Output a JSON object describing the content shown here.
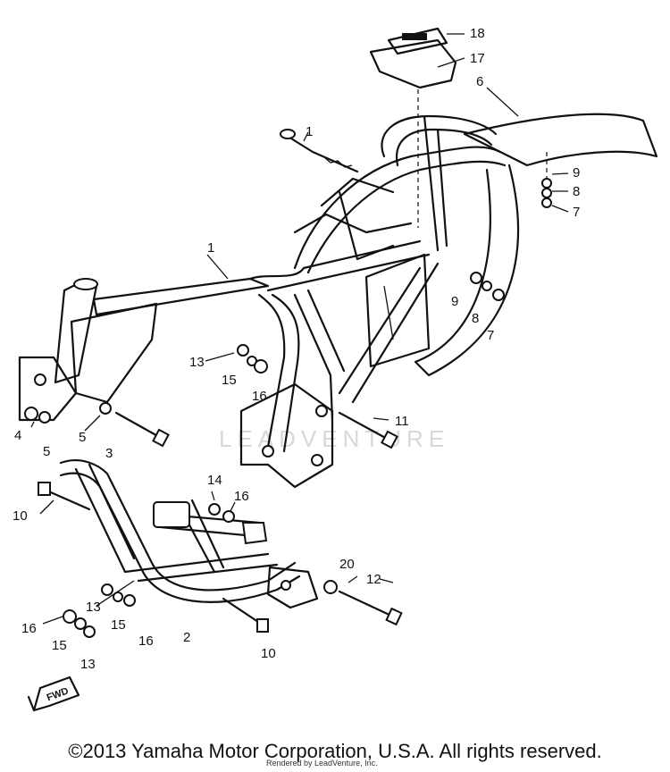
{
  "diagram": {
    "callouts": [
      {
        "id": "c1a",
        "text": "1"
      },
      {
        "id": "c1b",
        "text": "1"
      },
      {
        "id": "c2",
        "text": "2"
      },
      {
        "id": "c3",
        "text": "3"
      },
      {
        "id": "c4",
        "text": "4"
      },
      {
        "id": "c5a",
        "text": "5"
      },
      {
        "id": "c5b",
        "text": "5"
      },
      {
        "id": "c6",
        "text": "6"
      },
      {
        "id": "c7a",
        "text": "7"
      },
      {
        "id": "c7b",
        "text": "7"
      },
      {
        "id": "c8a",
        "text": "8"
      },
      {
        "id": "c8b",
        "text": "8"
      },
      {
        "id": "c9a",
        "text": "9"
      },
      {
        "id": "c9b",
        "text": "9"
      },
      {
        "id": "c10a",
        "text": "10"
      },
      {
        "id": "c10b",
        "text": "10"
      },
      {
        "id": "c11",
        "text": "11"
      },
      {
        "id": "c12",
        "text": "12"
      },
      {
        "id": "c13a",
        "text": "13"
      },
      {
        "id": "c13b",
        "text": "13"
      },
      {
        "id": "c13c",
        "text": "13"
      },
      {
        "id": "c14",
        "text": "14"
      },
      {
        "id": "c15a",
        "text": "15"
      },
      {
        "id": "c15b",
        "text": "15"
      },
      {
        "id": "c15c",
        "text": "15"
      },
      {
        "id": "c16a",
        "text": "16"
      },
      {
        "id": "c16b",
        "text": "16"
      },
      {
        "id": "c16c",
        "text": "16"
      },
      {
        "id": "c16d",
        "text": "16"
      },
      {
        "id": "c17",
        "text": "17"
      },
      {
        "id": "c18",
        "text": "18"
      },
      {
        "id": "c20",
        "text": "20"
      }
    ],
    "fwd_label": "FWD",
    "watermark": "LEADVENTURE"
  },
  "footer": {
    "copyright": "©2013 Yamaha Motor Corporation, U.S.A. All rights reserved.",
    "rendered_by": "Rendered by LeadVenture, Inc."
  }
}
